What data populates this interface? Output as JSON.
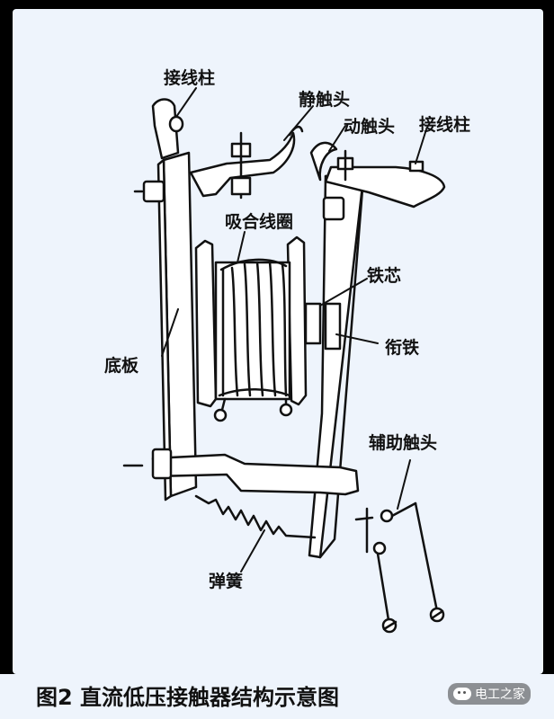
{
  "labels": {
    "terminal_left": "接线柱",
    "static_contact": "静触头",
    "moving_contact": "动触头",
    "terminal_right": "接线柱",
    "coil": "吸合线圈",
    "iron_core": "铁芯",
    "baseplate": "底板",
    "armature": "衔铁",
    "aux_contact": "辅助触头",
    "spring": "弹簧"
  },
  "caption": "图2  直流低压接触器结构示意图",
  "watermark": "电工之家",
  "colors": {
    "background": "#eef4fc",
    "line": "#111111",
    "frame": "#000000"
  }
}
